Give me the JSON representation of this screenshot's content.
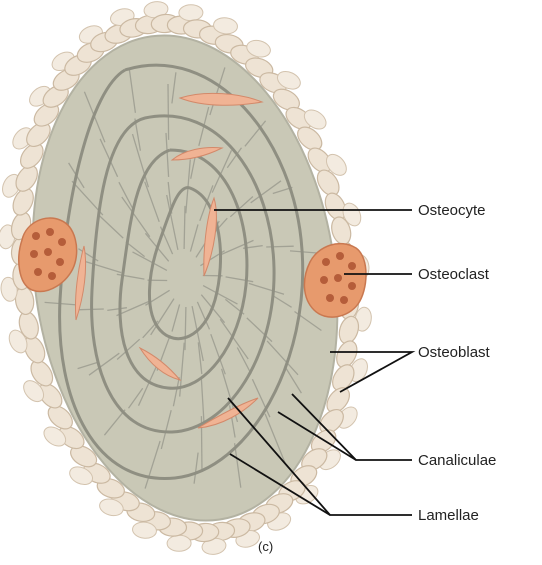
{
  "figure": {
    "caption": "(c)",
    "labels": {
      "osteocyte": "Osteocyte",
      "osteoclast": "Osteoclast",
      "osteoblast": "Osteoblast",
      "canaliculae": "Canaliculae",
      "lamellae": "Lamellae"
    },
    "colors": {
      "bone_matrix": "#c9c8b6",
      "lamella_line": "#8f8f82",
      "canal_line": "#9c9c90",
      "periosteum_cell": "#eee3d4",
      "periosteum_outline": "#cbb9a2",
      "osteocyte_fill": "#f0b394",
      "osteoclast_fill": "#e79a6d",
      "osteoclast_nucleus": "#b55d3a",
      "leader_line": "#111111"
    }
  }
}
